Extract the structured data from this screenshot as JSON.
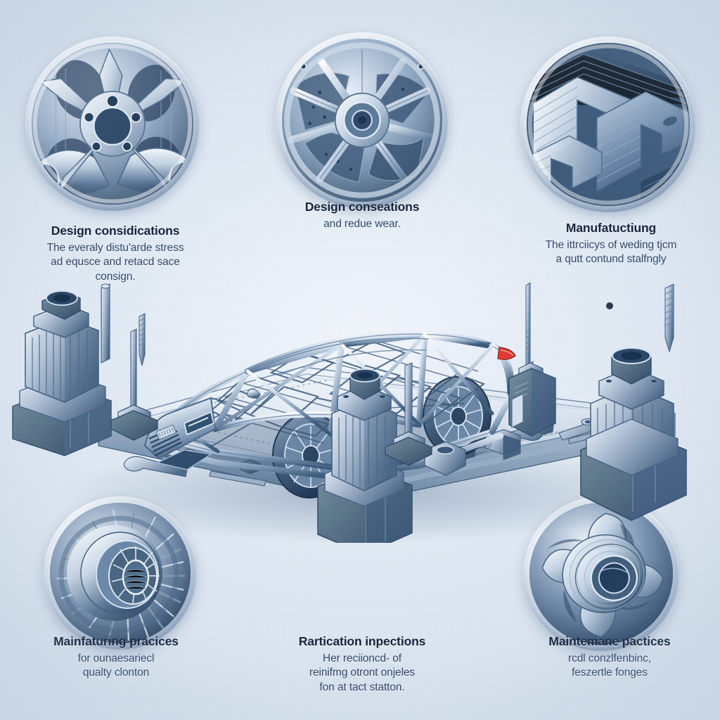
{
  "page": {
    "title": "Automotive Chassis Manufacturing Infographic",
    "background_color": "#dde5ee",
    "accent_color": "#37526f",
    "heading_color": "#15243c",
    "body_color": "#33496b",
    "taillight_color": "#e03a32"
  },
  "medallions": [
    {
      "id": "top-left",
      "icon_name": "alloy-wheel-hub-icon",
      "caption": "Alloy wheel hub with tubular spokes"
    },
    {
      "id": "top-center",
      "icon_name": "multi-spoke-wheel-icon",
      "caption": "Multi-spoke wheel over brake assembly"
    },
    {
      "id": "top-right",
      "icon_name": "stacked-metal-channels-icon",
      "caption": "Stacked C-channel metal extrusions"
    },
    {
      "id": "bottom-left",
      "icon_name": "turbine-bearing-icon",
      "caption": "Radial-finned turbine bearing section"
    },
    {
      "id": "bottom-right",
      "icon_name": "pump-impeller-icon",
      "caption": "Curved-vane pump impeller"
    }
  ],
  "blocks": {
    "top_left": {
      "heading": "Design considications",
      "body": [
        "The everaly distu'arde stress",
        "ad equsce and retacd sace",
        "consign."
      ]
    },
    "top_center": {
      "heading": "Design conseations",
      "body": [
        "and redue wear."
      ]
    },
    "top_right": {
      "heading": "Manufatuctiung",
      "body": [
        "The ittrciicys of weding tjcm",
        "a qutt contund stalfngly"
      ]
    },
    "bottom_left": {
      "heading": "Mainfaturing pracices",
      "body": [
        "for ounaesariecl",
        "qualty clonton"
      ]
    },
    "bottom_center": {
      "heading": "Rartication inpections",
      "body": [
        "Her reciioncd- of",
        "reinifmg otront onjeles",
        "fon at tact statton."
      ]
    },
    "bottom_right": {
      "heading": "Maintemane pactices",
      "body": [
        "rcdl conzlfenbinc,",
        "feszertle fonges"
      ]
    }
  },
  "scene": {
    "name": "suv-spaceframe-assembly",
    "subject": "SUV space-frame chassis wireframe on isometric assembly platform",
    "elements": [
      "suv-spaceframe-body",
      "front-wheel",
      "rear-wheel",
      "assembly-platform",
      "left-robotic-actuator",
      "right-robotic-actuator",
      "center-pillar-actuator",
      "alignment-probes",
      "scattered-tools-and-fasteners"
    ]
  }
}
